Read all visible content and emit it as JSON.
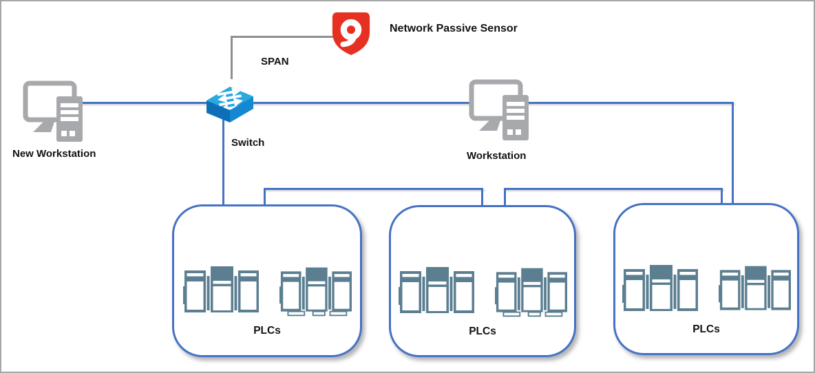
{
  "labels": {
    "sensor": "Network Passive Sensor",
    "span": "SPAN",
    "switch": "Switch",
    "new_workstation": "New Workstation",
    "workstation": "Workstation"
  },
  "plc_groups": [
    {
      "label": "PLCs"
    },
    {
      "label": "PLCs"
    },
    {
      "label": "PLCs"
    }
  ],
  "icons": {
    "sensor": "qualys-shield-icon",
    "switch": "network-switch-icon",
    "workstation": "workstation-icon",
    "plc": "plc-rack-icon"
  },
  "colors": {
    "connection_blue": "#4472c4",
    "span_gray": "#8f8f8f",
    "qualys_red": "#e63122",
    "workstation_gray": "#a7a9ac",
    "plc_slate": "#5b7e90",
    "switch_top_blue": "#2aa8e0",
    "switch_front_blue": "#0d6fb8",
    "switch_side_blue": "#1588d2",
    "frame_gray": "#a6a6a6",
    "text_black": "#111111"
  }
}
